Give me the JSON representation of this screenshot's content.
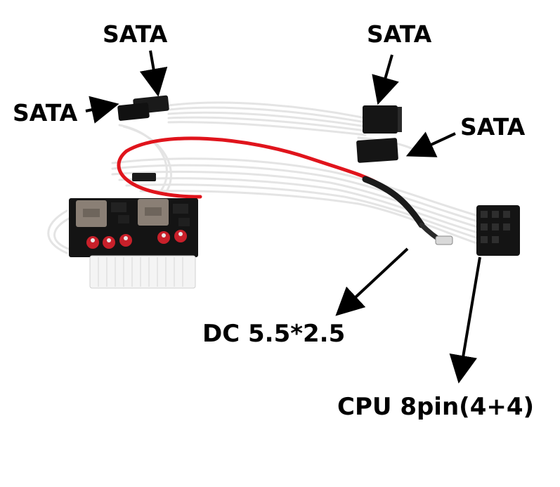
{
  "labels": {
    "sata_top_left": "SATA",
    "sata_left": "SATA",
    "sata_top_right": "SATA",
    "sata_right": "SATA",
    "dc_connector": "DC 5.5*2.5",
    "cpu_connector": "CPU 8pin(4+4)"
  },
  "colors": {
    "background": "#ffffff",
    "text": "#000000",
    "pcb": "#141414",
    "inductor": "#8a7f75",
    "capacitor": "#c8202a",
    "red_wire": "#e0141c",
    "white_wire": "#f2f2f2",
    "connector_housing": "#1a1a1a"
  }
}
